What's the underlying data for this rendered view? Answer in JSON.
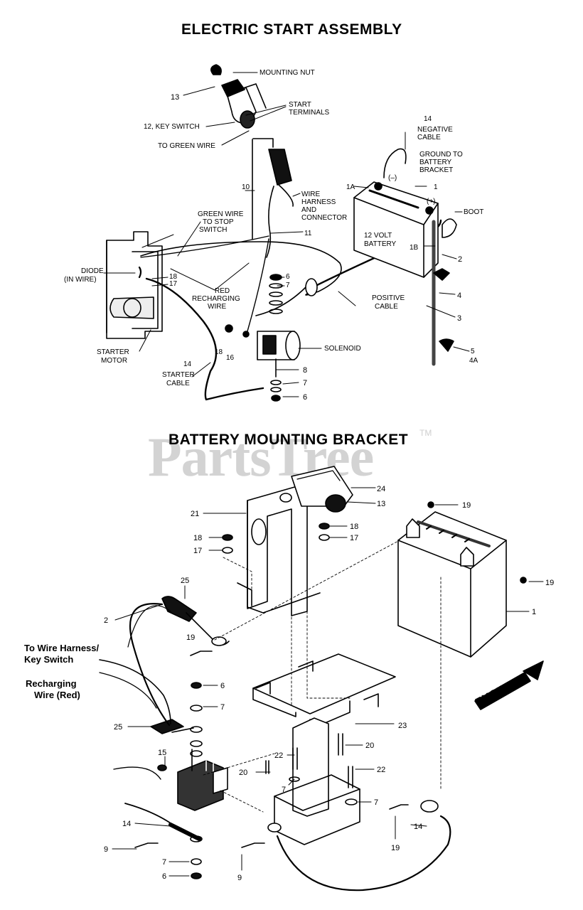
{
  "titles": {
    "electric_start": "ELECTRIC START ASSEMBLY",
    "battery_bracket": "BATTERY MOUNTING BRACKET"
  },
  "watermark": {
    "text": "PartsTree",
    "tm": "TM"
  },
  "top_labels": {
    "mounting_nut": "MOUNTING NUT",
    "n13": "13",
    "start_terminals_1": "START",
    "start_terminals_2": "TERMINALS",
    "key_switch": "12, KEY SWITCH",
    "to_green_wire": "TO GREEN WIRE",
    "n14_neg": "14",
    "negative_1": "NEGATIVE",
    "negative_2": "CABLE",
    "ground_1": "GROUND TO",
    "ground_2": "BATTERY",
    "ground_3": "BRACKET",
    "minus": "(–)",
    "n1a": "1A",
    "n1": "1",
    "plus": "(+)",
    "boot": "BOOT",
    "volt_1": "12 VOLT",
    "volt_2": "BATTERY",
    "n1b": "1B",
    "n2": "2",
    "n10": "10",
    "harness_1": "WIRE",
    "harness_2": "HARNESS",
    "harness_3": "AND",
    "harness_4": "CONNECTOR",
    "green_1": "GREEN WIRE",
    "green_2": "TO STOP",
    "green_3": "SWITCH",
    "n11": "11",
    "diode_1": "DIODE",
    "diode_2": "(IN WIRE)",
    "n18a": "18",
    "n17a": "17",
    "red_1": "RED",
    "red_2": "RECHARGING",
    "red_3": "WIRE",
    "n6a": "6",
    "n7a": "7",
    "positive_1": "POSITIVE",
    "positive_2": "CABLE",
    "n4": "4",
    "n3": "3",
    "starter_1": "STARTER",
    "starter_2": "MOTOR",
    "n18b": "18",
    "n16": "16",
    "solenoid": "SOLENOID",
    "n14_start": "14",
    "scable_1": "STARTER",
    "scable_2": "CABLE",
    "n8": "8",
    "n7b": "7",
    "n6b": "6",
    "n5": "5",
    "n4a": "4A"
  },
  "bottom_labels": {
    "n24": "24",
    "n13": "13",
    "n21": "21",
    "n19a": "19",
    "n18a": "18",
    "n17a": "17",
    "n18b": "18",
    "n17b": "17",
    "n19b": "19",
    "n1": "1",
    "n25a": "25",
    "n2": "2",
    "n19c": "19",
    "harness_1": "To Wire Harness/",
    "harness_2": "Key Switch",
    "recharge_1": "Recharging",
    "recharge_2": "Wire (Red)",
    "n6a": "6",
    "n7a": "7",
    "engine": "ENGINE",
    "n25b": "25",
    "n23": "23",
    "n15": "15",
    "n22a": "22",
    "n20a": "20",
    "n20b": "20",
    "n22b": "22",
    "n7c": "7",
    "n7d": "7",
    "n14": "14",
    "n19d": "19",
    "n14b": "14",
    "n9a": "9",
    "n7b": "7",
    "n6b": "6",
    "n9b": "9"
  }
}
